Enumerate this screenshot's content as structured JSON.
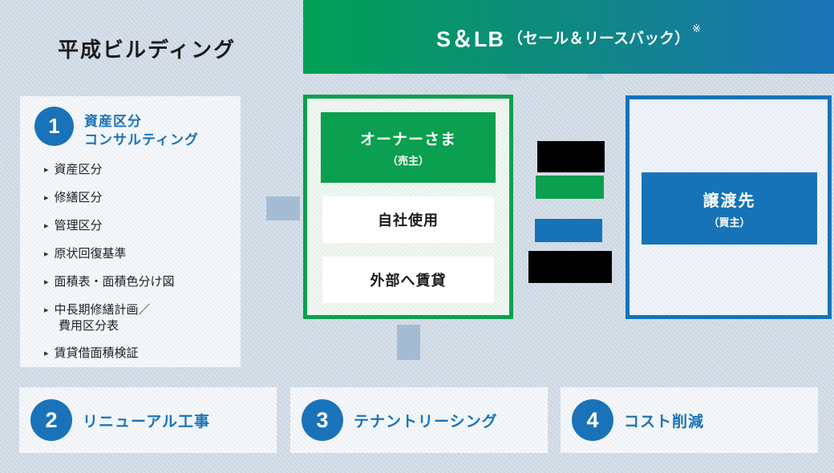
{
  "page_title": "平成ビルディング",
  "header": {
    "title_main": "S＆LB",
    "title_sub": "（セール＆リースバック）",
    "note_mark": "※"
  },
  "consulting_panel": {
    "number": "1",
    "title_line1": "資産区分",
    "title_line2": "コンサルティング",
    "bullet_marker": "▸",
    "items": [
      {
        "line1": "資産区分",
        "line2": ""
      },
      {
        "line1": "修繕区分",
        "line2": ""
      },
      {
        "line1": "管理区分",
        "line2": ""
      },
      {
        "line1": "原状回復基準",
        "line2": ""
      },
      {
        "line1": "面積表・面積色分け図",
        "line2": ""
      },
      {
        "line1": "中長期修繕計画／",
        "line2": "費用区分表"
      },
      {
        "line1": "賃貸借面積検証",
        "line2": ""
      }
    ]
  },
  "owner_group": {
    "owner_label": "オーナーさま",
    "owner_sub": "（売主）",
    "use_self_label": "自社使用",
    "use_external_label": "外部へ賃貸"
  },
  "buyer_group": {
    "label": "譲渡先",
    "sub": "（買主）"
  },
  "bottom_sections": [
    {
      "number": "2",
      "label": "リニューアル工事"
    },
    {
      "number": "3",
      "label": "テナントリーシング"
    },
    {
      "number": "4",
      "label": "コスト削減"
    }
  ],
  "colors": {
    "accent_green": "#0aa04f",
    "accent_blue": "#1673b8",
    "redacted_black": "#000000",
    "connector_gray": "#a4bcd3",
    "header_gradient_start": "#00a054",
    "header_gradient_end": "#1b72b8"
  }
}
